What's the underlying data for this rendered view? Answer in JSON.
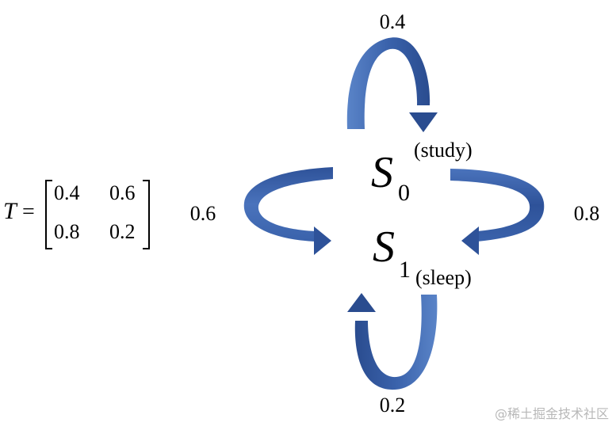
{
  "matrix": {
    "symbol": "T",
    "equals": "=",
    "rows": [
      [
        "0.4",
        "0.6"
      ],
      [
        "0.8",
        "0.2"
      ]
    ]
  },
  "states": [
    {
      "letter": "S",
      "subscript": "0",
      "label": "(study)"
    },
    {
      "letter": "S",
      "subscript": "1",
      "label": "(sleep)"
    }
  ],
  "transitions": {
    "s0_to_s0": "0.4",
    "s0_to_s1": "0.6",
    "s1_to_s0": "0.8",
    "s1_to_s1": "0.2"
  },
  "colors": {
    "arrow_light": "#5a84c8",
    "arrow_mid": "#3f67b0",
    "arrow_dark": "#28488a",
    "text": "#000000",
    "watermark": "#b8b8b8"
  },
  "watermark": "@稀土掘金技术社区"
}
